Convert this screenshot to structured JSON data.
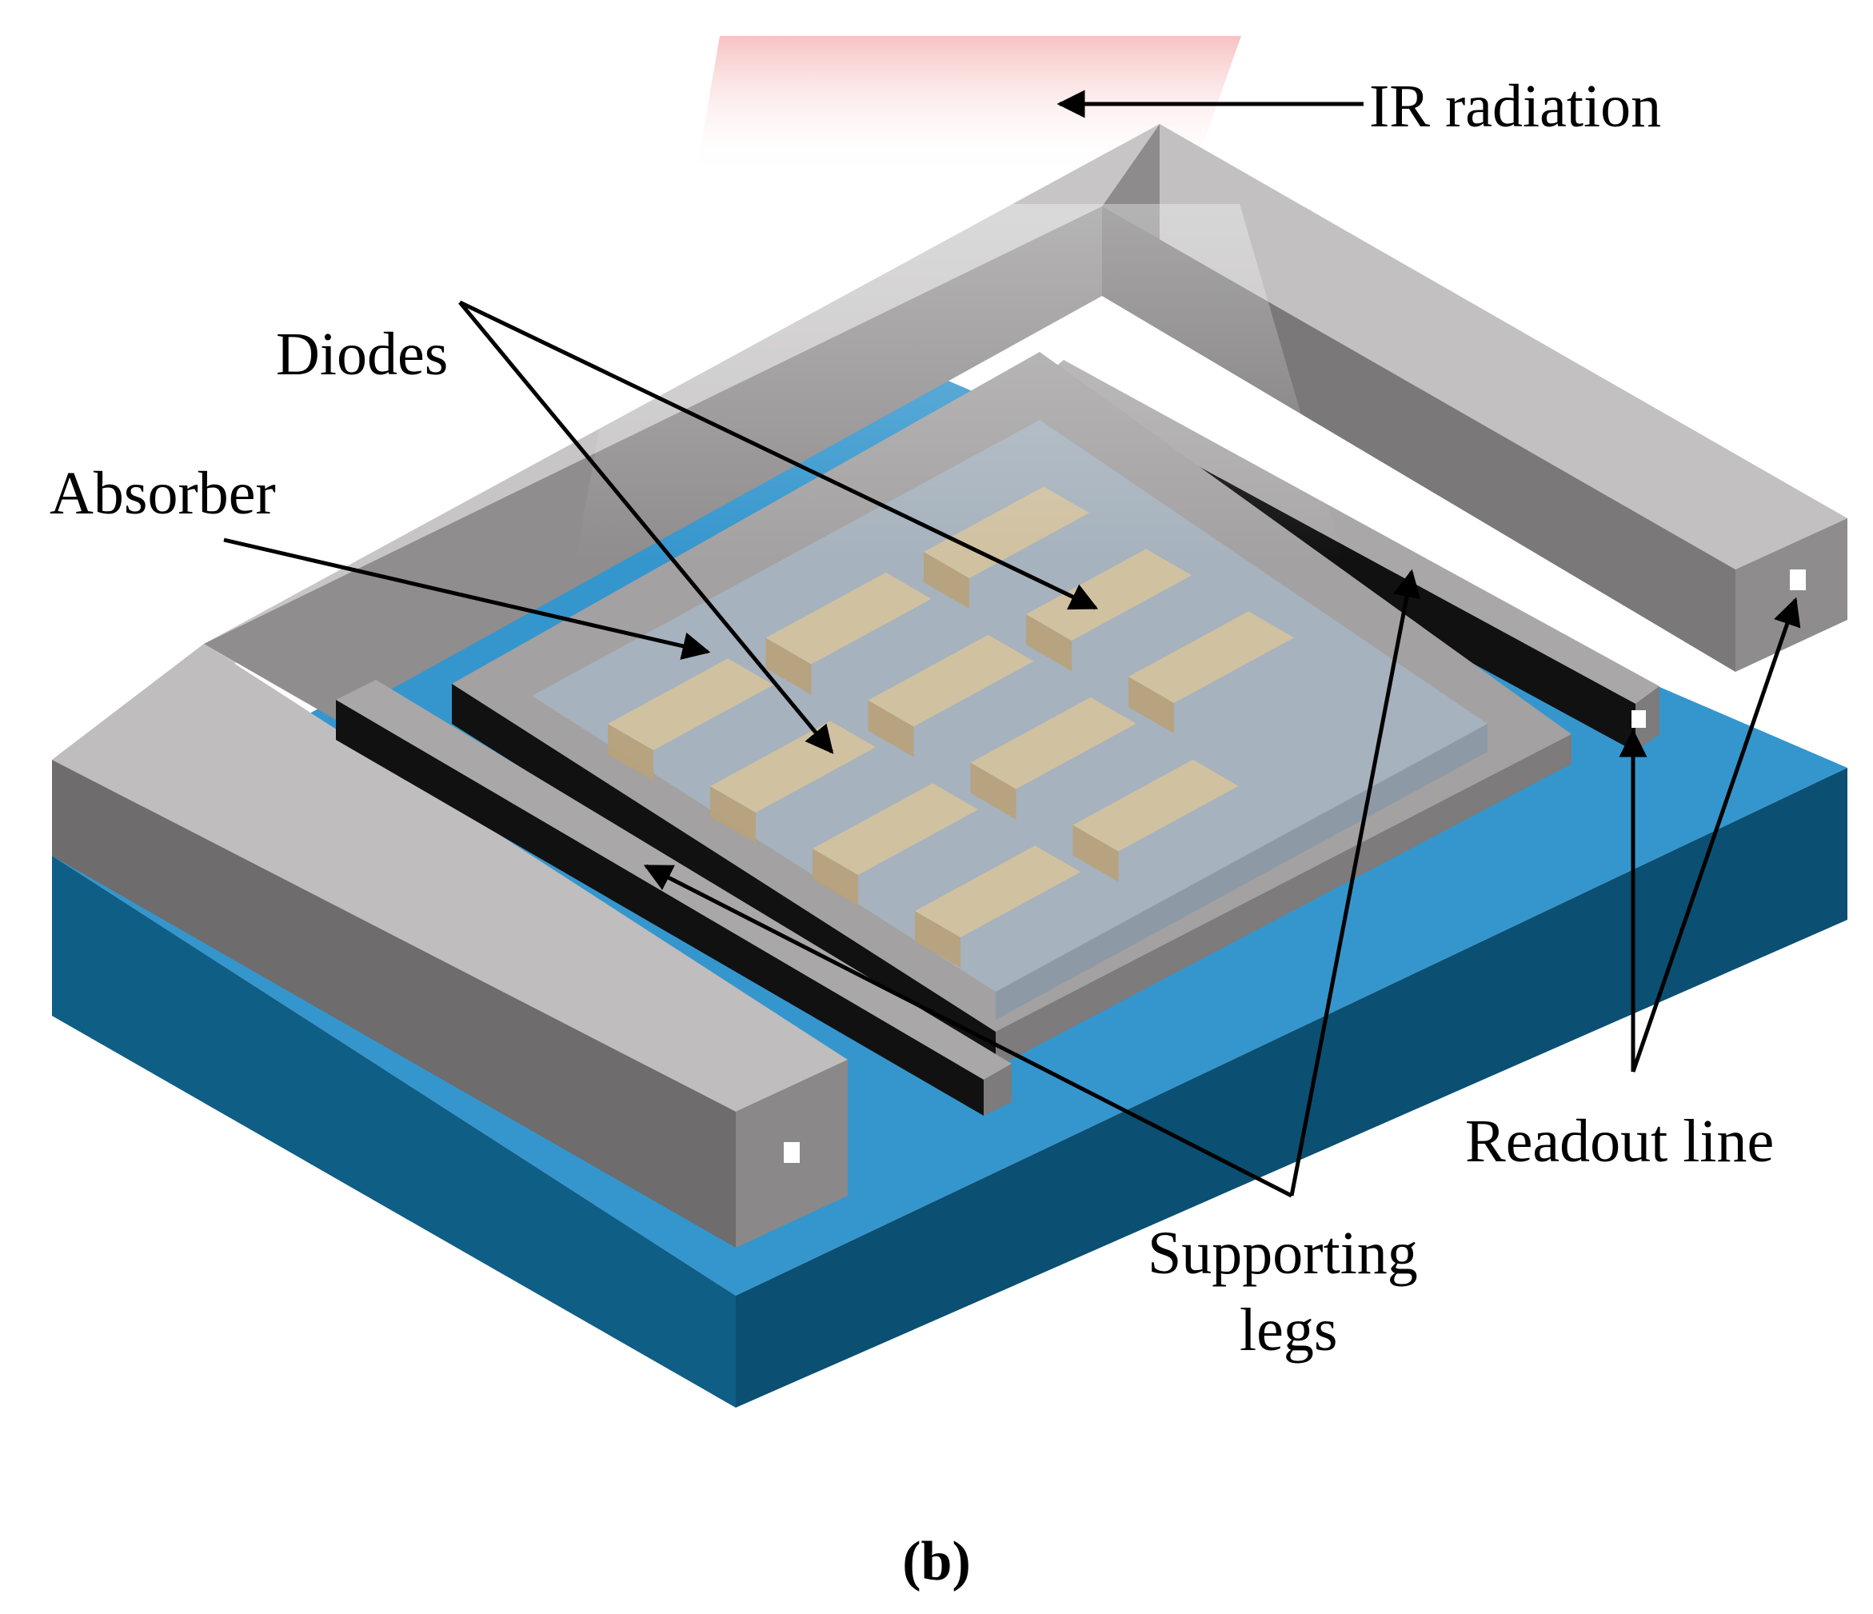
{
  "labels": {
    "ir_radiation": "IR radiation",
    "diodes": "Diodes",
    "absorber": "Absorber",
    "readout_line": "Readout line",
    "supporting_legs_line1": "Supporting",
    "supporting_legs_line2": "legs"
  },
  "panel_label": "(b)",
  "colors": {
    "substrate_top": "#3596cd",
    "substrate_left": "#0f5e85",
    "substrate_right": "#0b4f73",
    "frame_top": "#c2c0c0",
    "frame_left": "#6e6c6c",
    "frame_right": "#8a8888",
    "leg_top": "#a9a7a7",
    "leg_side": "#111111",
    "absorber": "#a6b2bd",
    "diode_top": "#d4c29e",
    "diode_side": "#b9a27a",
    "ir_glow": "#f6b7b7",
    "arrow": "#000000"
  }
}
